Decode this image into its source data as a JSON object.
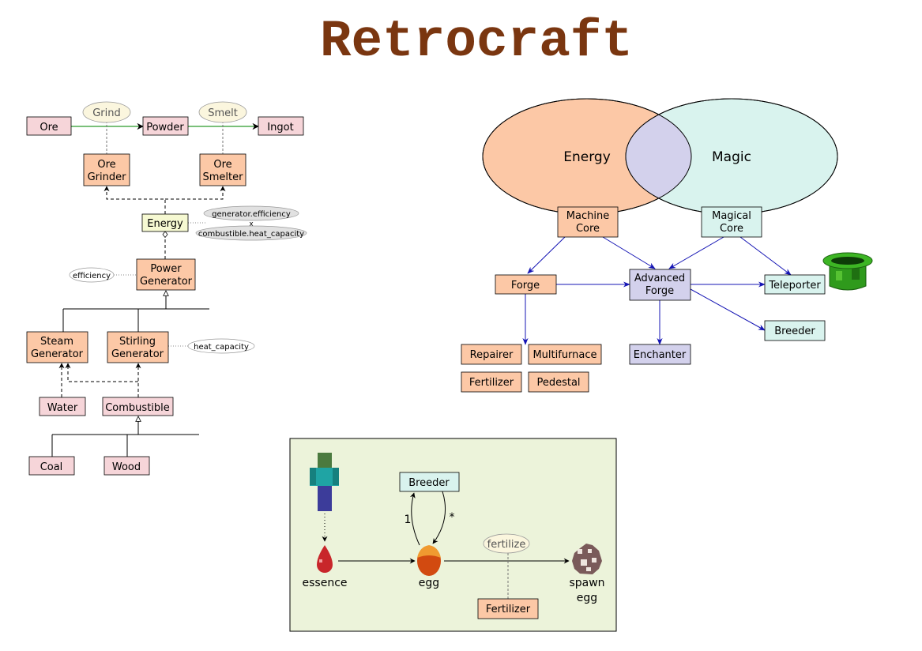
{
  "title": "Retrocraft",
  "colors": {
    "title": "#7a3610",
    "pink_box": "#f6d5d9",
    "orange_box": "#fcc8a6",
    "yellow_box": "#f6f9d2",
    "lavender": "#d3d1ec",
    "mint": "#d9f3ee",
    "process_ellipse": "#fbf6de",
    "attr_grey": "#e1e1e1",
    "arrow_blue": "#1414b4",
    "arrow_green": "#2a9a2a",
    "panel_bg": "#ecf3da"
  },
  "processing": {
    "items": {
      "ore": "Ore",
      "powder": "Powder",
      "ingot": "Ingot"
    },
    "processes": {
      "grind": "Grind",
      "smelt": "Smelt"
    },
    "machines": {
      "ore_grinder": [
        "Ore",
        "Grinder"
      ],
      "ore_smelter": [
        "Ore",
        "Smelter"
      ]
    },
    "energy": "Energy",
    "attributes": {
      "generator_efficiency": "generator.efficiency",
      "combine_symbol": "x",
      "combustible_heat_capacity": "combustible.heat_capacity",
      "efficiency": "efficiency",
      "heat_capacity": "heat_capacity"
    },
    "power_generator": [
      "Power",
      "Generator"
    ],
    "steam_generator": [
      "Steam",
      "Generator"
    ],
    "stirling_generator": [
      "Stirling",
      "Generator"
    ],
    "water": "Water",
    "combustible": "Combustible",
    "coal": "Coal",
    "wood": "Wood"
  },
  "venn": {
    "energy": "Energy",
    "magic": "Magic",
    "machine_core": [
      "Machine",
      "Core"
    ],
    "magical_core": [
      "Magical",
      "Core"
    ],
    "forge": "Forge",
    "advanced_forge": [
      "Advanced",
      "Forge"
    ],
    "teleporter": "Teleporter",
    "breeder": "Breeder",
    "enchanter": "Enchanter",
    "repairer": "Repairer",
    "multifurnace": "Multifurnace",
    "fertilizer": "Fertilizer",
    "pedestal": "Pedestal",
    "teleporter_icon": "green-pipe-icon"
  },
  "breeding": {
    "breeder": "Breeder",
    "count_one": "1",
    "count_many": "*",
    "essence": "essence",
    "egg": "egg",
    "spawn_egg": [
      "spawn",
      "egg"
    ],
    "fertilize": "fertilize",
    "fertilizer": "Fertilizer",
    "icons": [
      "player-icon",
      "essence-drop-icon",
      "egg-icon",
      "spawn-egg-icon"
    ]
  }
}
